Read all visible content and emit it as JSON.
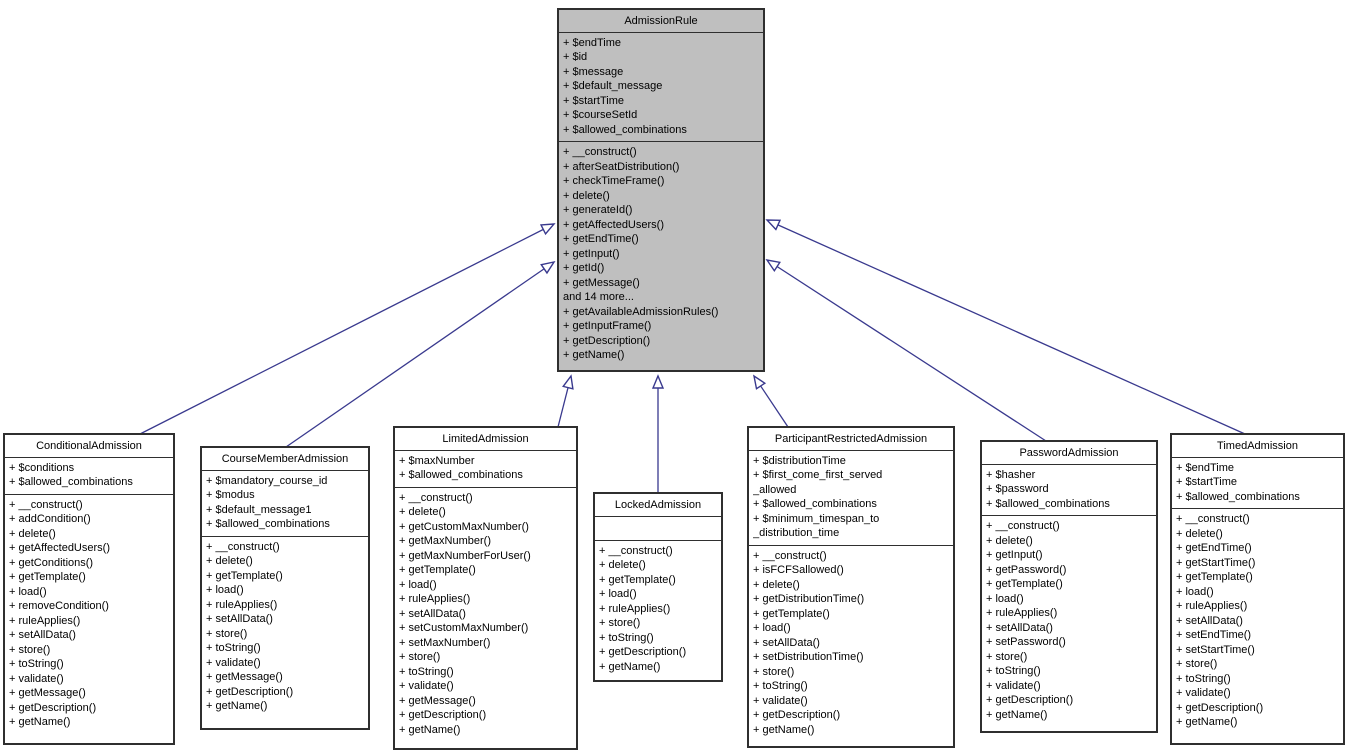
{
  "diagram": {
    "type": "uml-class-inheritance",
    "root_class": "AdmissionRule"
  },
  "colors": {
    "parent_fill": "#bfbfbf",
    "child_fill": "#ffffff",
    "box_border": "#2f2f2f",
    "edge": "#39398e",
    "arrowhead_fill": "#ffffff",
    "text": "#000000",
    "background": "#ffffff"
  },
  "classes": [
    {
      "name": "AdmissionRule",
      "role": "parent",
      "attributes": [
        "+ $endTime",
        "+ $id",
        "+ $message",
        "+ $default_message",
        "+ $startTime",
        "+ $courseSetId",
        "+ $allowed_combinations"
      ],
      "methods": [
        "+ __construct()",
        "+ afterSeatDistribution()",
        "+ checkTimeFrame()",
        "+ delete()",
        "+ generateId()",
        "+ getAffectedUsers()",
        "+ getEndTime()",
        "+ getInput()",
        "+ getId()",
        "+ getMessage()",
        "and 14 more...",
        "+ getAvailableAdmissionRules()",
        "+ getInputFrame()",
        "+ getDescription()",
        "+ getName()"
      ]
    },
    {
      "name": "ConditionalAdmission",
      "role": "child",
      "attributes": [
        "+ $conditions",
        "+ $allowed_combinations"
      ],
      "methods": [
        "+ __construct()",
        "+ addCondition()",
        "+ delete()",
        "+ getAffectedUsers()",
        "+ getConditions()",
        "+ getTemplate()",
        "+ load()",
        "+ removeCondition()",
        "+ ruleApplies()",
        "+ setAllData()",
        "+ store()",
        "+ toString()",
        "+ validate()",
        "+ getMessage()",
        "+ getDescription()",
        "+ getName()"
      ]
    },
    {
      "name": "CourseMemberAdmission",
      "role": "child",
      "attributes": [
        "+ $mandatory_course_id",
        "+ $modus",
        "+ $default_message1",
        "+ $allowed_combinations"
      ],
      "methods": [
        "+ __construct()",
        "+ delete()",
        "+ getTemplate()",
        "+ load()",
        "+ ruleApplies()",
        "+ setAllData()",
        "+ store()",
        "+ toString()",
        "+ validate()",
        "+ getMessage()",
        "+ getDescription()",
        "+ getName()"
      ]
    },
    {
      "name": "LimitedAdmission",
      "role": "child",
      "attributes": [
        "+ $maxNumber",
        "+ $allowed_combinations"
      ],
      "methods": [
        "+ __construct()",
        "+ delete()",
        "+ getCustomMaxNumber()",
        "+ getMaxNumber()",
        "+ getMaxNumberForUser()",
        "+ getTemplate()",
        "+ load()",
        "+ ruleApplies()",
        "+ setAllData()",
        "+ setCustomMaxNumber()",
        "+ setMaxNumber()",
        "+ store()",
        "+ toString()",
        "+ validate()",
        "+ getMessage()",
        "+ getDescription()",
        "+ getName()"
      ]
    },
    {
      "name": "LockedAdmission",
      "role": "child",
      "attributes": [],
      "methods": [
        "+ __construct()",
        "+ delete()",
        "+ getTemplate()",
        "+ load()",
        "+ ruleApplies()",
        "+ store()",
        "+ toString()",
        "+ getDescription()",
        "+ getName()"
      ]
    },
    {
      "name": "ParticipantRestrictedAdmission",
      "role": "child",
      "attributes": [
        "+ $distributionTime",
        "+ $first_come_first_served\n_allowed",
        "+ $allowed_combinations",
        "+ $minimum_timespan_to\n_distribution_time"
      ],
      "methods": [
        "+ __construct()",
        "+ isFCFSallowed()",
        "+ delete()",
        "+ getDistributionTime()",
        "+ getTemplate()",
        "+ load()",
        "+ setAllData()",
        "+ setDistributionTime()",
        "+ store()",
        "+ toString()",
        "+ validate()",
        "+ getDescription()",
        "+ getName()"
      ]
    },
    {
      "name": "PasswordAdmission",
      "role": "child",
      "attributes": [
        "+ $hasher",
        "+ $password",
        "+ $allowed_combinations"
      ],
      "methods": [
        "+ __construct()",
        "+ delete()",
        "+ getInput()",
        "+ getPassword()",
        "+ getTemplate()",
        "+ load()",
        "+ ruleApplies()",
        "+ setAllData()",
        "+ setPassword()",
        "+ store()",
        "+ toString()",
        "+ validate()",
        "+ getDescription()",
        "+ getName()"
      ]
    },
    {
      "name": "TimedAdmission",
      "role": "child",
      "attributes": [
        "+ $endTime",
        "+ $startTime",
        "+ $allowed_combinations"
      ],
      "methods": [
        "+ __construct()",
        "+ delete()",
        "+ getEndTime()",
        "+ getStartTime()",
        "+ getTemplate()",
        "+ load()",
        "+ ruleApplies()",
        "+ setAllData()",
        "+ setEndTime()",
        "+ setStartTime()",
        "+ store()",
        "+ toString()",
        "+ validate()",
        "+ getDescription()",
        "+ getName()"
      ]
    }
  ],
  "edges": [
    {
      "from": "ConditionalAdmission",
      "to": "AdmissionRule",
      "relation": "inherits"
    },
    {
      "from": "CourseMemberAdmission",
      "to": "AdmissionRule",
      "relation": "inherits"
    },
    {
      "from": "LimitedAdmission",
      "to": "AdmissionRule",
      "relation": "inherits"
    },
    {
      "from": "LockedAdmission",
      "to": "AdmissionRule",
      "relation": "inherits"
    },
    {
      "from": "ParticipantRestrictedAdmission",
      "to": "AdmissionRule",
      "relation": "inherits"
    },
    {
      "from": "PasswordAdmission",
      "to": "AdmissionRule",
      "relation": "inherits"
    },
    {
      "from": "TimedAdmission",
      "to": "AdmissionRule",
      "relation": "inherits"
    }
  ]
}
